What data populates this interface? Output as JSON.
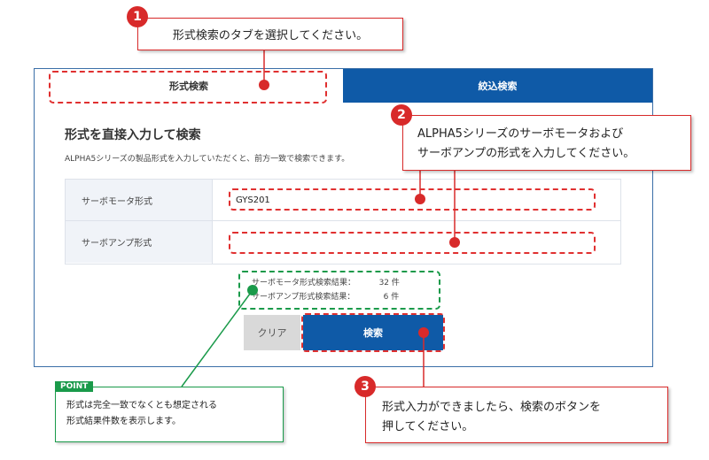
{
  "tabs": [
    {
      "label": "形式検索"
    },
    {
      "label": "絞込検索"
    }
  ],
  "section": {
    "title": "形式を直接入力して検索",
    "description": "ALPHA5シリーズの製品形式を入力していただくと、前方一致で検索できます。"
  },
  "form": {
    "motor_label": "サーボモータ形式",
    "motor_value": "GYS201",
    "amp_label": "サーボアンプ形式",
    "amp_value": ""
  },
  "results": [
    {
      "label": "サーボモータ形式検索結果：",
      "count": "32",
      "unit": "件"
    },
    {
      "label": "サーボアンプ形式検索結果：",
      "count": "6",
      "unit": "件"
    }
  ],
  "buttons": {
    "clear": "クリア",
    "search": "検索"
  },
  "callouts": {
    "step1": {
      "number": "1",
      "text": "形式検索のタブを選択してください。"
    },
    "step2": {
      "number": "2",
      "line1": "ALPHA5シリーズのサーボモータおよび",
      "line2": "サーボアンプの形式を入力してください。"
    },
    "step3": {
      "number": "3",
      "line1": "形式入力ができましたら、検索のボタンを",
      "line2": "押してください。"
    },
    "point": {
      "tag": "POINT",
      "line1": "形式は完全一致でなくとも想定される",
      "line2": "形式結果件数を表示します。"
    }
  },
  "colors": {
    "primary_blue": "#0f5aa7",
    "callout_red": "#d82a2a",
    "point_green": "#1a9a4a"
  }
}
